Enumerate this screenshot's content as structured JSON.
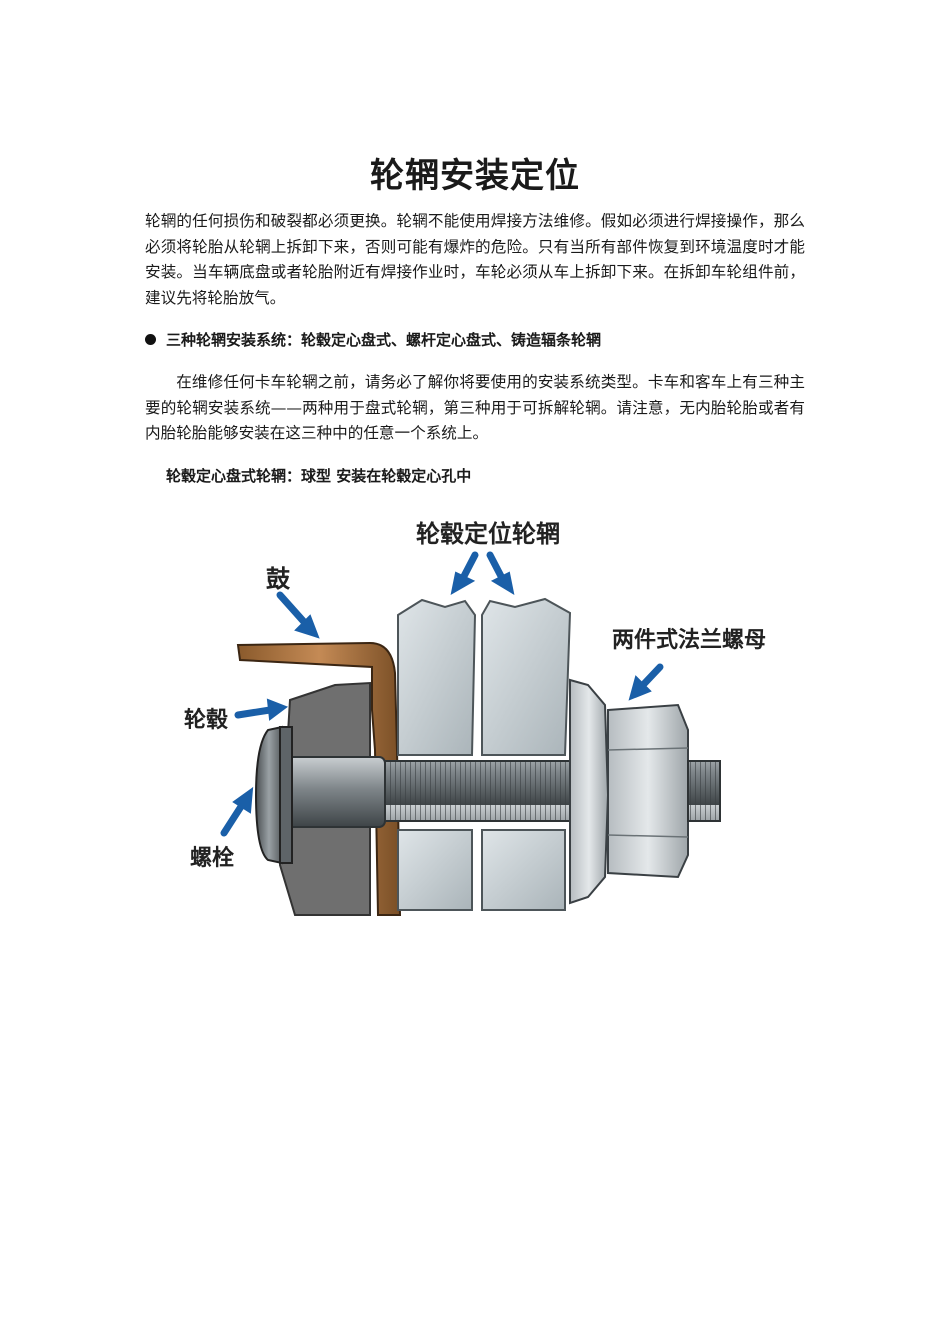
{
  "document": {
    "title": "轮辋安装定位",
    "paragraph1": "轮辋的任何损伤和破裂都必须更换。轮辋不能使用焊接方法维修。假如必须进行焊接操作，那么必须将轮胎从轮辋上拆卸下来，否则可能有爆炸的危险。只有当所有部件恢复到环境温度时才能安装。当车辆底盘或者轮胎附近有焊接作业时，车轮必须从车上拆卸下来。在拆卸车轮组件前，建议先将轮胎放气。",
    "bullet_heading": "三种轮辋安装系统：轮毂定心盘式、螺杆定心盘式、铸造辐条轮辋",
    "paragraph2": "在维修任何卡车轮辋之前，请务必了解你将要使用的安装系统类型。卡车和客车上有三种主要的轮辋安装系统——两种用于盘式轮辋，第三种用于可拆解轮辋。请注意，无内胎轮胎或者有内胎轮胎能够安装在这三种中的任意一个系统上。",
    "subheading": "轮毂定心盘式轮辋：球型  安装在轮毂定心孔中"
  },
  "diagram": {
    "labels": {
      "hub_pilot_rims": "轮毂定位轮辋",
      "drum": "鼓",
      "two_piece_flange_nut": "两件式法兰螺母",
      "hub": "轮毂",
      "stud": "螺栓"
    },
    "colors": {
      "arrow": "#1a5fa8",
      "drum": "#b07a45",
      "rim": "#c3ccd0",
      "steel": "#8a9094",
      "hub": "#6f6f6f"
    }
  }
}
